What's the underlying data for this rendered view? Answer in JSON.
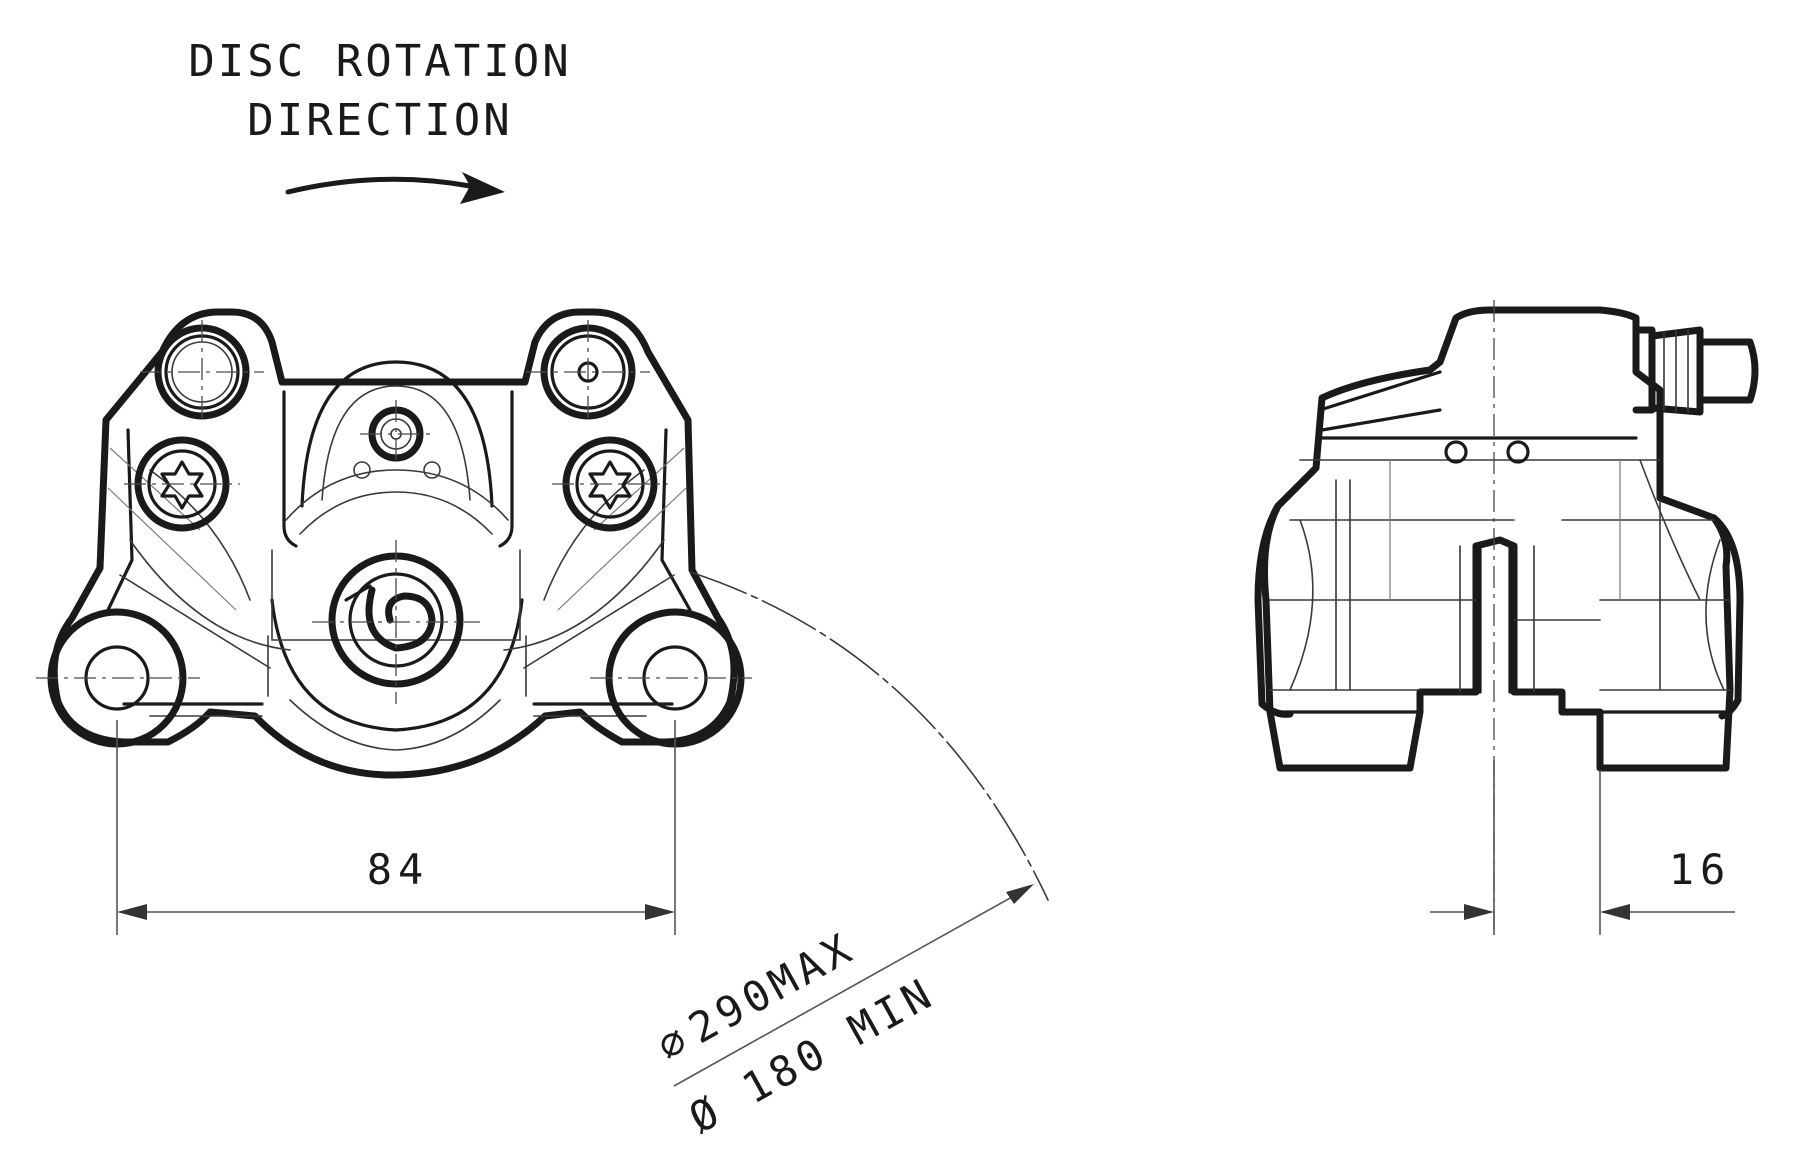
{
  "drawing": {
    "rotation_caption": {
      "line1": "DISC ROTATION",
      "line2": "DIRECTION"
    },
    "dimensions": {
      "mount_spacing": "84",
      "offset": "16",
      "disc_max_symbol": "⌀",
      "disc_max": "290MAX",
      "disc_min": "Ø 180 MIN"
    },
    "line_color": "#1a1a1a"
  }
}
